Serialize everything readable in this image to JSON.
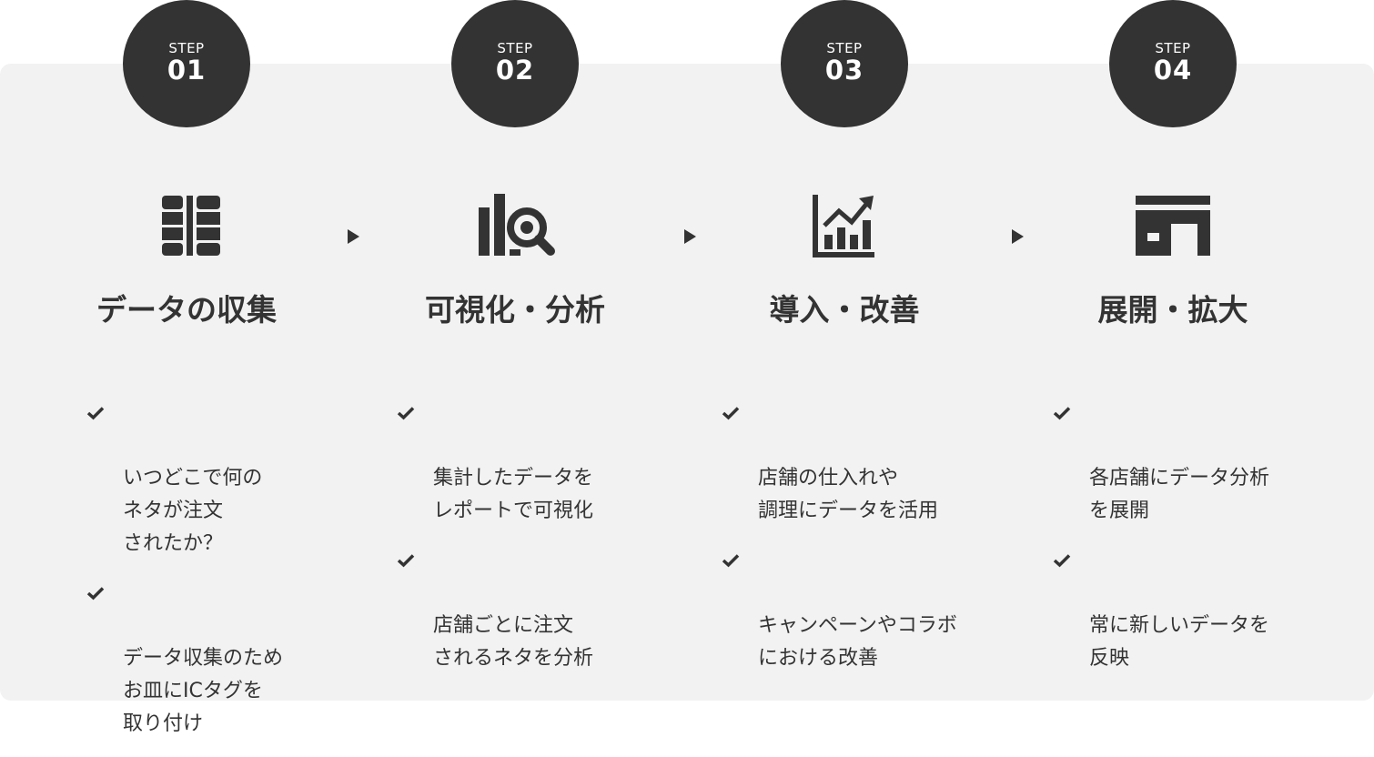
{
  "steps": [
    {
      "step_label": "STEP",
      "number": "01",
      "icon": "database-icon",
      "title": "データの収集",
      "items": [
        "いつどこで何の\nネタが注文\nされたか？",
        "データ収集のため\nお皿にICタグを\n取り付け"
      ]
    },
    {
      "step_label": "STEP",
      "number": "02",
      "icon": "chart-search-icon",
      "title": "可視化・分析",
      "items": [
        "集計したデータを\nレポートで可視化",
        "店舗ごとに注文\nされるネタを分析"
      ]
    },
    {
      "step_label": "STEP",
      "number": "03",
      "icon": "growth-chart-icon",
      "title": "導入・改善",
      "items": [
        "店舗の仕入れや\n調理にデータを活用",
        "キャンペーンやコラボ\nにおける改善"
      ]
    },
    {
      "step_label": "STEP",
      "number": "04",
      "icon": "store-icon",
      "title": "展開・拡大",
      "items": [
        "各店舗にデータ分析\nを展開",
        "常に新しいデータを\n反映"
      ]
    }
  ],
  "colors": {
    "dark": "#333333",
    "panel": "#f2f2f2",
    "white": "#ffffff"
  }
}
